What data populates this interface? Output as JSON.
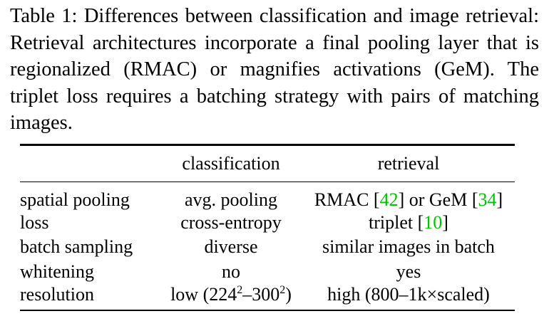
{
  "caption": {
    "label": "Table 1:",
    "text": "Differences between classification and image retrieval: Retrieval architectures incorporate a final pooling layer that is regionalized (RMAC) or magnifies activations (GeM). The triplet loss requires a batching strategy with pairs of matching images."
  },
  "table": {
    "headers": [
      "",
      "classification",
      "retrieval"
    ],
    "rows": [
      {
        "property": "spatial pooling",
        "classification": "avg. pooling",
        "retrieval": {
          "part1": "RMAC [",
          "ref1": "42",
          "part2": "] or GeM [",
          "ref2": "34",
          "part3": "]"
        }
      },
      {
        "property": "loss",
        "classification": "cross-entropy",
        "retrieval": {
          "part1": "triplet [",
          "ref1": "10",
          "part2": "]"
        }
      },
      {
        "property": "batch sampling",
        "classification": "diverse",
        "retrieval": {
          "text": "similar images in batch"
        }
      },
      {
        "property": "whitening",
        "classification": "no",
        "retrieval": {
          "text": "yes"
        }
      },
      {
        "property": "resolution",
        "classification": {
          "p1": "low (224",
          "s1": "2",
          "p2": "–300",
          "s2": "2",
          "p3": ")"
        },
        "retrieval": {
          "text": "high (800–1k×scaled)"
        }
      }
    ]
  },
  "colors": {
    "reference_link": "#00c000",
    "text": "#000000"
  }
}
